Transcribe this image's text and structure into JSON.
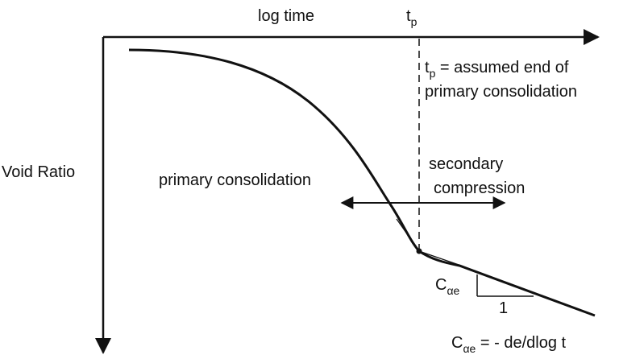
{
  "axes": {
    "x_label": "log time",
    "y_label": "Void Ratio"
  },
  "tp": {
    "label_main": "t",
    "label_sub": "p"
  },
  "tp_definition": {
    "line1_main": "t",
    "line1_sub": "p",
    "line1_rest": " = assumed end of",
    "line2": "primary consolidation"
  },
  "regions": {
    "primary": "primary consolidation",
    "secondary_line1": "secondary",
    "secondary_line2": "compression"
  },
  "slope": {
    "symbol_main": "C",
    "symbol_sub": "αe",
    "run_label": "1"
  },
  "formula": {
    "symbol_main": "C",
    "symbol_sub": "αe",
    "rest": " = - de/dlog t"
  },
  "colors": {
    "ink": "#111111",
    "background": "#ffffff"
  }
}
